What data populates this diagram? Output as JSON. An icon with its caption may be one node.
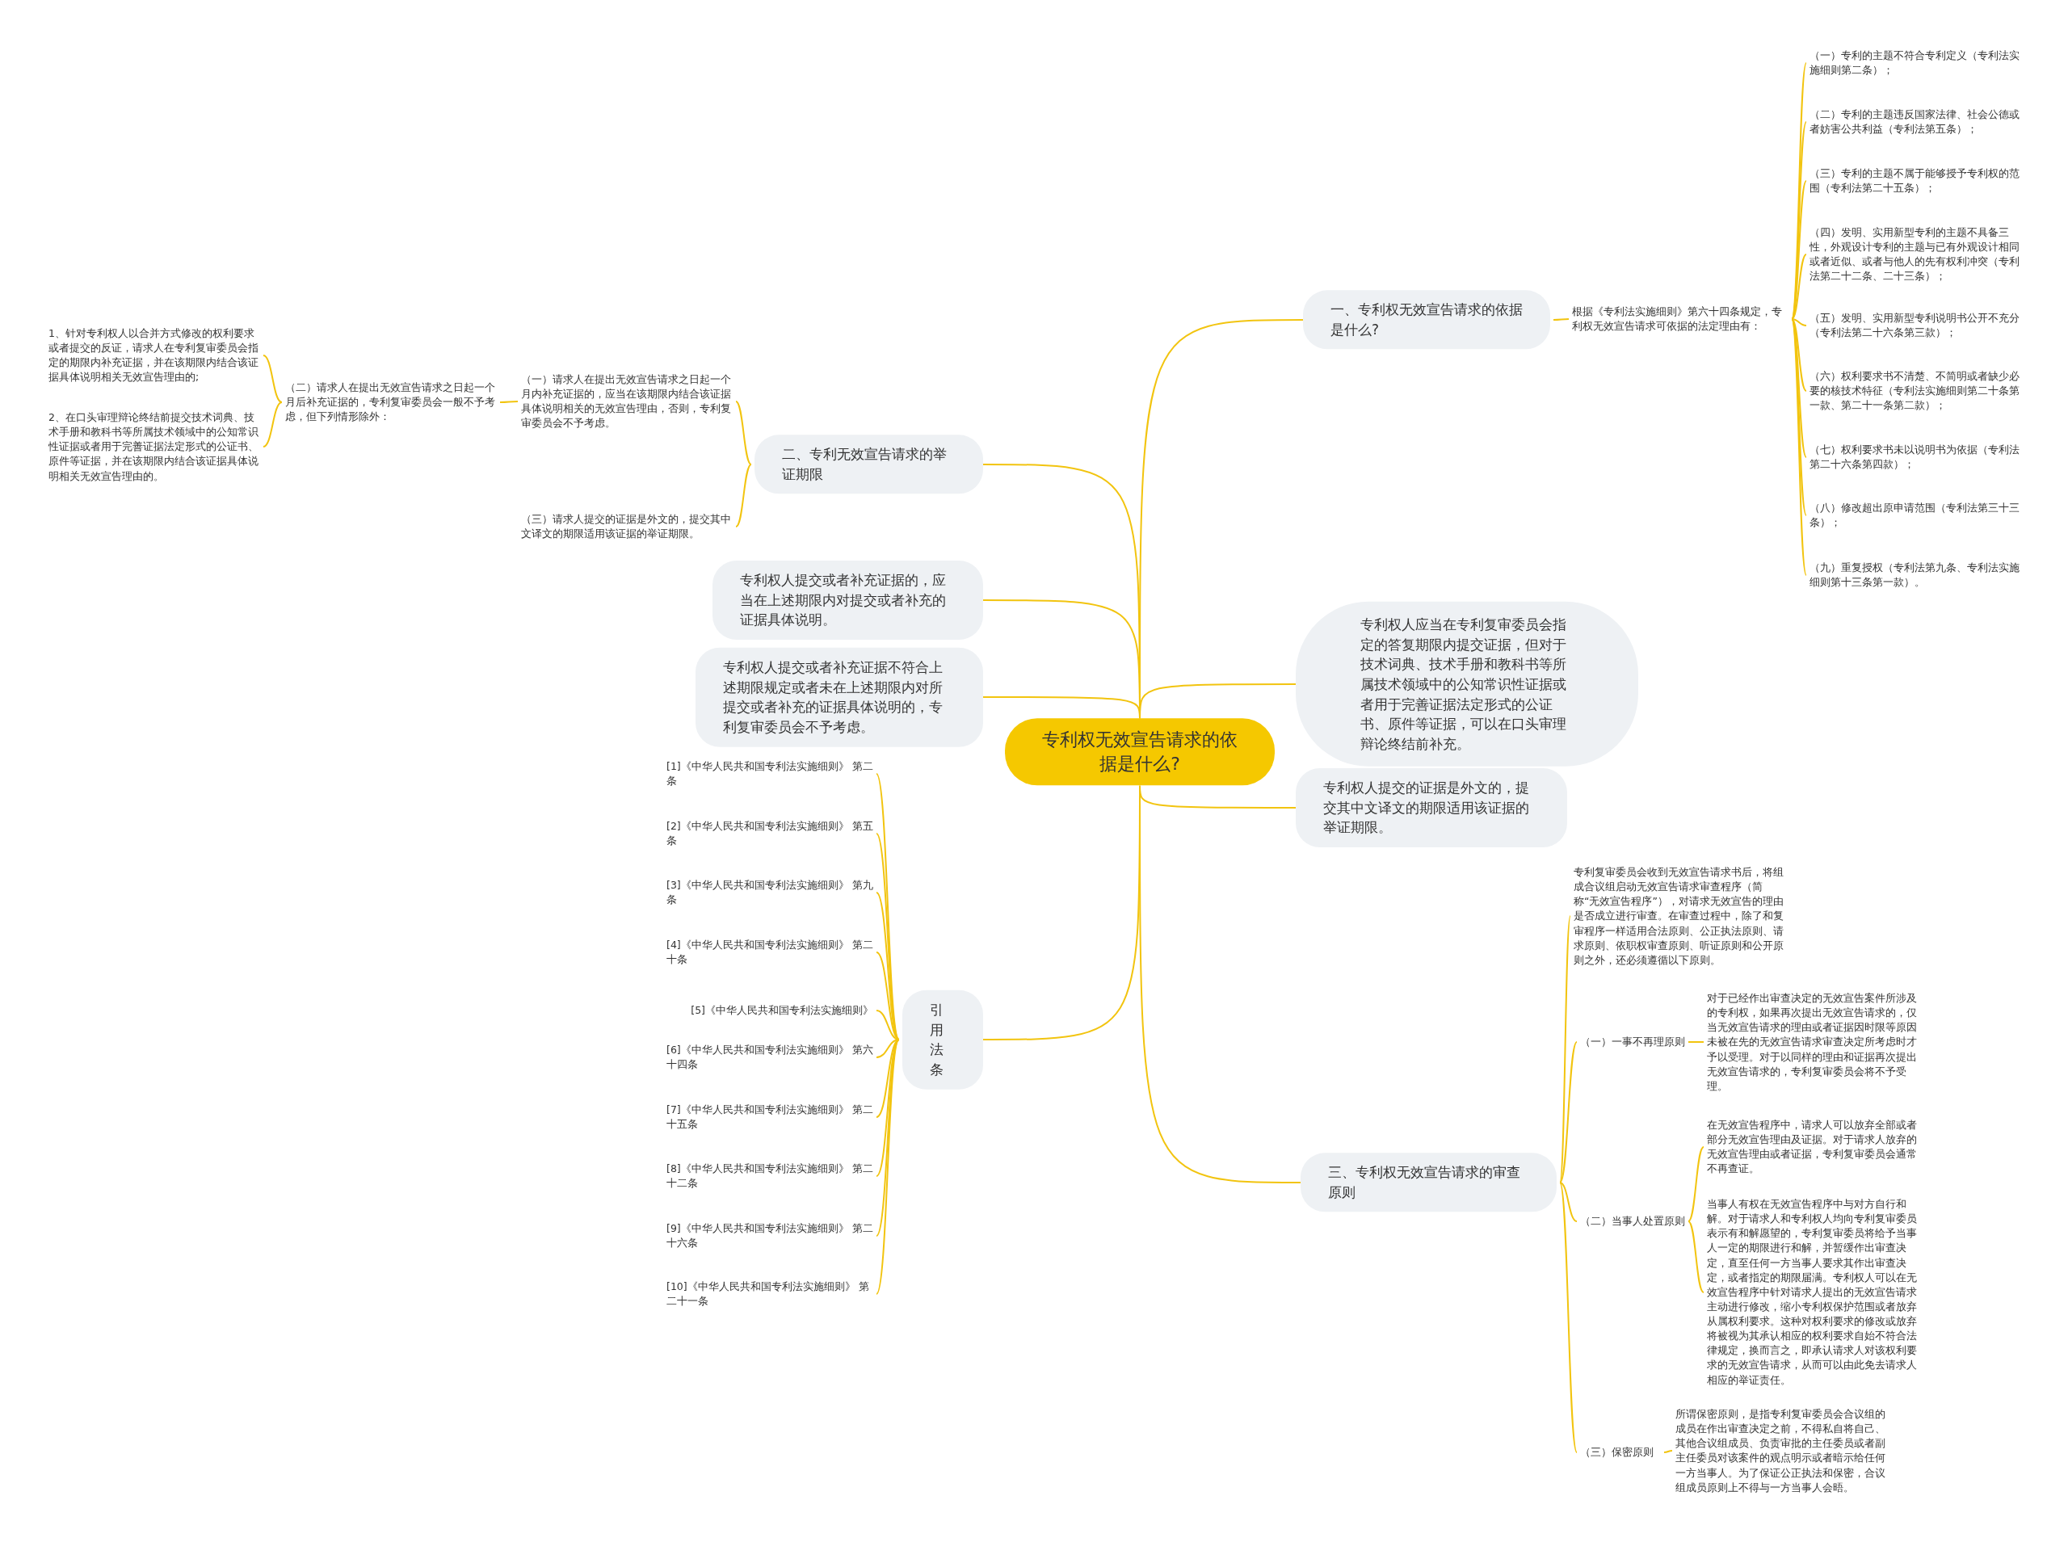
{
  "diagram": {
    "nodes": [
      {
        "text": [
          "专利权无效宣告请求的依据是什么?"
        ]
      },
      {
        "text": [
          "一、专利权无效宣告请求的依据是什么?"
        ]
      },
      {
        "text": [
          "根据《专利法实施细则》第六十四条规定，专利权无效宣告请求可依据的法定理由有："
        ]
      },
      {
        "text": [
          "（一）专利的主题不符合专利定义（专利法实施细则第二条）；"
        ]
      },
      {
        "text": [
          "（二）专利的主题违反国家法律、社会公德或者妨害公共利益（专利法第五条）；"
        ]
      },
      {
        "text": [
          "（三）专利的主题不属于能够授予专利权的范围（专利法第二十五条）；"
        ]
      },
      {
        "text": [
          "（四）发明、实用新型专利的主题不具备三性，外观设计专利的主题与已有外观设计相同或者近似、或者与他人的先有权利冲突（专利法第二十二条、二十三条）；"
        ]
      },
      {
        "text": [
          "（五）发明、实用新型专利说明书公开不充分（专利法第二十六条第三款）；"
        ]
      },
      {
        "text": [
          "（六）权利要求书不清楚、不简明或者缺少必要的核技术特征（专利法实施细则第二十条第一款、第二十一条第二款）；"
        ]
      },
      {
        "text": [
          "（七）权利要求书未以说明书为依据（专利法第二十六条第四款）；"
        ]
      },
      {
        "text": [
          "（八）修改超出原申请范围（专利法第三十三条）；"
        ]
      },
      {
        "text": [
          "（九）重复授权（专利法第九条、专利法实施细则第十三条第一款）。"
        ]
      },
      {
        "text": [
          "二、专利无效宣告请求的举证期限"
        ]
      },
      {
        "text": [
          "（一）请求人在提出无效宣告请求之日起一个月内补充证据的，应当在该期限内结合该证据具体说明相关的无效宣告理由，否则，专利复审委员会不予考虑。"
        ]
      },
      {
        "text": [
          "（二）请求人在提出无效宣告请求之日起一个月后补充证据的，专利复审委员会一般不予考虑，但下列情形除外："
        ]
      },
      {
        "text": [
          "1、针对专利权人以合并方式修改的权利要求或者提交的反证，请求人在专利复审委员会指定的期限内补充证据，并在该期限内结合该证据具体说明相关无效宣告理由的;"
        ]
      },
      {
        "text": [
          "2、在口头审理辩论终结前提交技术词典、技术手册和教科书等所属技术领域中的公知常识性证据或者用于完善证据法定形式的公证书、原件等证据，并在该期限内结合该证据具体说明相关无效宣告理由的。"
        ]
      },
      {
        "text": [
          "（三）请求人提交的证据是外文的，提交其中文译文的期限适用该证据的举证期限。"
        ]
      },
      {
        "text": [
          "专利权人提交或者补充证据的，应当在上述期限内对提交或者补充的证据具体说明。"
        ]
      },
      {
        "text": [
          "专利权人提交或者补充证据不符合上述期限规定或者未在上述期限内对所提交或者补充的证据具体说明的，专利复审委员会不予考虑。"
        ]
      },
      {
        "text": [
          "专利权人应当在专利复审委员会指定的答复期限内提交证据，但对于技术词典、技术手册和教科书等所属技术领域中的公知常识性证据或者用于完善证据法定形式的公证书、原件等证据，可以在口头审理辩论终结前补充。"
        ]
      },
      {
        "text": [
          "专利权人提交的证据是外文的，提交其中文译文的期限适用该证据的举证期限。"
        ]
      },
      {
        "text": [
          "三、专利权无效宣告请求的审查原则"
        ]
      },
      {
        "text": [
          "专利复审委员会收到无效宣告请求书后，将组成合议组启动无效宣告请求审查程序（简称“无效宣告程序”），对请求无效宣告的理由是否成立进行审查。在审查过程中，除了和复审程序一样适用合法原则、公正执法原则、请求原则、依职权审查原则、听证原则和公开原则之外，还必须遵循以下原则。"
        ]
      },
      {
        "text": [
          "（一）一事不再理原则"
        ]
      },
      {
        "text": [
          "对于已经作出审查决定的无效宣告案件所涉及的专利权，如果再次提出无效宣告请求的，仅当无效宣告请求的理由或者证据因时限等原因未被在先的无效宣告请求审查决定所考虑时才予以受理。对于以同样的理由和证据再次提出无效宣告请求的，专利复审委员会将不予受理。"
        ]
      },
      {
        "text": [
          "（二）当事人处置原则"
        ]
      },
      {
        "text": [
          "在无效宣告程序中，请求人可以放弃全部或者部分无效宣告理由及证据。对于请求人放弃的无效宣告理由或者证据，专利复审委员会通常不再查证。"
        ]
      },
      {
        "text": [
          "当事人有权在无效宣告程序中与对方自行和解。对于请求人和专利权人均向专利复审委员表示有和解愿望的，专利复审委员将给予当事人一定的期限进行和解，并暂缓作出审查决定，直至任何一方当事人要求其作出审查决定，或者指定的期限届满。专利权人可以在无效宣告程序中针对请求人提出的无效宣告请求主动进行修改，缩小专利权保护范围或者放弃从属权利要求。这种对权利要求的修改或放弃将被视为其承认相应的权利要求自始不符合法律规定，换而言之，即承认请求人对该权利要求的无效宣告请求，从而可以由此免去请求人相应的举证责任。"
        ]
      },
      {
        "text": [
          "（三）保密原则"
        ]
      },
      {
        "text": [
          "所谓保密原则，是指专利复审委员会合议组的成员在作出审查决定之前，不得私自将自己、其他合议组成员、负责审批的主任委员或者副主任委员对该案件的观点明示或者暗示给任何一方当事人。为了保证公正执法和保密，合议组成员原则上不得与一方当事人会晤。"
        ]
      },
      {
        "text": [
          "引用法条"
        ]
      },
      {
        "text": [
          "[1]《中华人民共和国专利法实施细则》 第二条"
        ]
      },
      {
        "text": [
          "[2]《中华人民共和国专利法实施细则》 第五条"
        ]
      },
      {
        "text": [
          "[3]《中华人民共和国专利法实施细则》 第九条"
        ]
      },
      {
        "text": [
          "[4]《中华人民共和国专利法实施细则》 第二十条"
        ]
      },
      {
        "text": [
          "[5]《中华人民共和国专利法实施细则》"
        ]
      },
      {
        "text": [
          "[6]《中华人民共和国专利法实施细则》 第六十四条"
        ]
      },
      {
        "text": [
          "[7]《中华人民共和国专利法实施细则》 第二十五条"
        ]
      },
      {
        "text": [
          "[8]《中华人民共和国专利法实施细则》 第二十二条"
        ]
      },
      {
        "text": [
          "[9]《中华人民共和国专利法实施细则》 第二十六条"
        ]
      },
      {
        "text": [
          "[10]《中华人民共和国专利法实施细则》 第二十一条"
        ]
      }
    ],
    "edges": [
      {
        "from": 0,
        "to": 1,
        "arrow": "none"
      },
      {
        "from": 1,
        "to": 2,
        "arrow": "none"
      },
      {
        "from": 2,
        "to": 3,
        "arrow": "none"
      },
      {
        "from": 2,
        "to": 4,
        "arrow": "none"
      },
      {
        "from": 2,
        "to": 5,
        "arrow": "none"
      },
      {
        "from": 2,
        "to": 6,
        "arrow": "none"
      },
      {
        "from": 2,
        "to": 7,
        "arrow": "none"
      },
      {
        "from": 2,
        "to": 8,
        "arrow": "none"
      },
      {
        "from": 2,
        "to": 9,
        "arrow": "none"
      },
      {
        "from": 2,
        "to": 10,
        "arrow": "none"
      },
      {
        "from": 2,
        "to": 11,
        "arrow": "none"
      },
      {
        "from": 0,
        "to": 12,
        "arrow": "none"
      },
      {
        "from": 12,
        "to": 13,
        "arrow": "none"
      },
      {
        "from": 13,
        "to": 14,
        "arrow": "none"
      },
      {
        "from": 14,
        "to": 15,
        "arrow": "none"
      },
      {
        "from": 14,
        "to": 16,
        "arrow": "none"
      },
      {
        "from": 12,
        "to": 17,
        "arrow": "none"
      },
      {
        "from": 0,
        "to": 18,
        "arrow": "none"
      },
      {
        "from": 0,
        "to": 19,
        "arrow": "none"
      },
      {
        "from": 0,
        "to": 20,
        "arrow": "none"
      },
      {
        "from": 0,
        "to": 21,
        "arrow": "none"
      },
      {
        "from": 0,
        "to": 22,
        "arrow": "none"
      },
      {
        "from": 22,
        "to": 23,
        "arrow": "none"
      },
      {
        "from": 22,
        "to": 24,
        "arrow": "none"
      },
      {
        "from": 24,
        "to": 25,
        "arrow": "none"
      },
      {
        "from": 22,
        "to": 26,
        "arrow": "none"
      },
      {
        "from": 26,
        "to": 27,
        "arrow": "none"
      },
      {
        "from": 26,
        "to": 28,
        "arrow": "none"
      },
      {
        "from": 22,
        "to": 29,
        "arrow": "none"
      },
      {
        "from": 29,
        "to": 30,
        "arrow": "none"
      },
      {
        "from": 0,
        "to": 31,
        "arrow": "none"
      },
      {
        "from": 31,
        "to": 32,
        "arrow": "none"
      },
      {
        "from": 31,
        "to": 33,
        "arrow": "none"
      },
      {
        "from": 31,
        "to": 34,
        "arrow": "none"
      },
      {
        "from": 31,
        "to": 35,
        "arrow": "none"
      },
      {
        "from": 31,
        "to": 36,
        "arrow": "none"
      },
      {
        "from": 31,
        "to": 37,
        "arrow": "none"
      },
      {
        "from": 31,
        "to": 38,
        "arrow": "none"
      },
      {
        "from": 31,
        "to": 39,
        "arrow": "none"
      },
      {
        "from": 31,
        "to": 40,
        "arrow": "none"
      },
      {
        "from": 31,
        "to": 41,
        "arrow": "none"
      }
    ]
  }
}
